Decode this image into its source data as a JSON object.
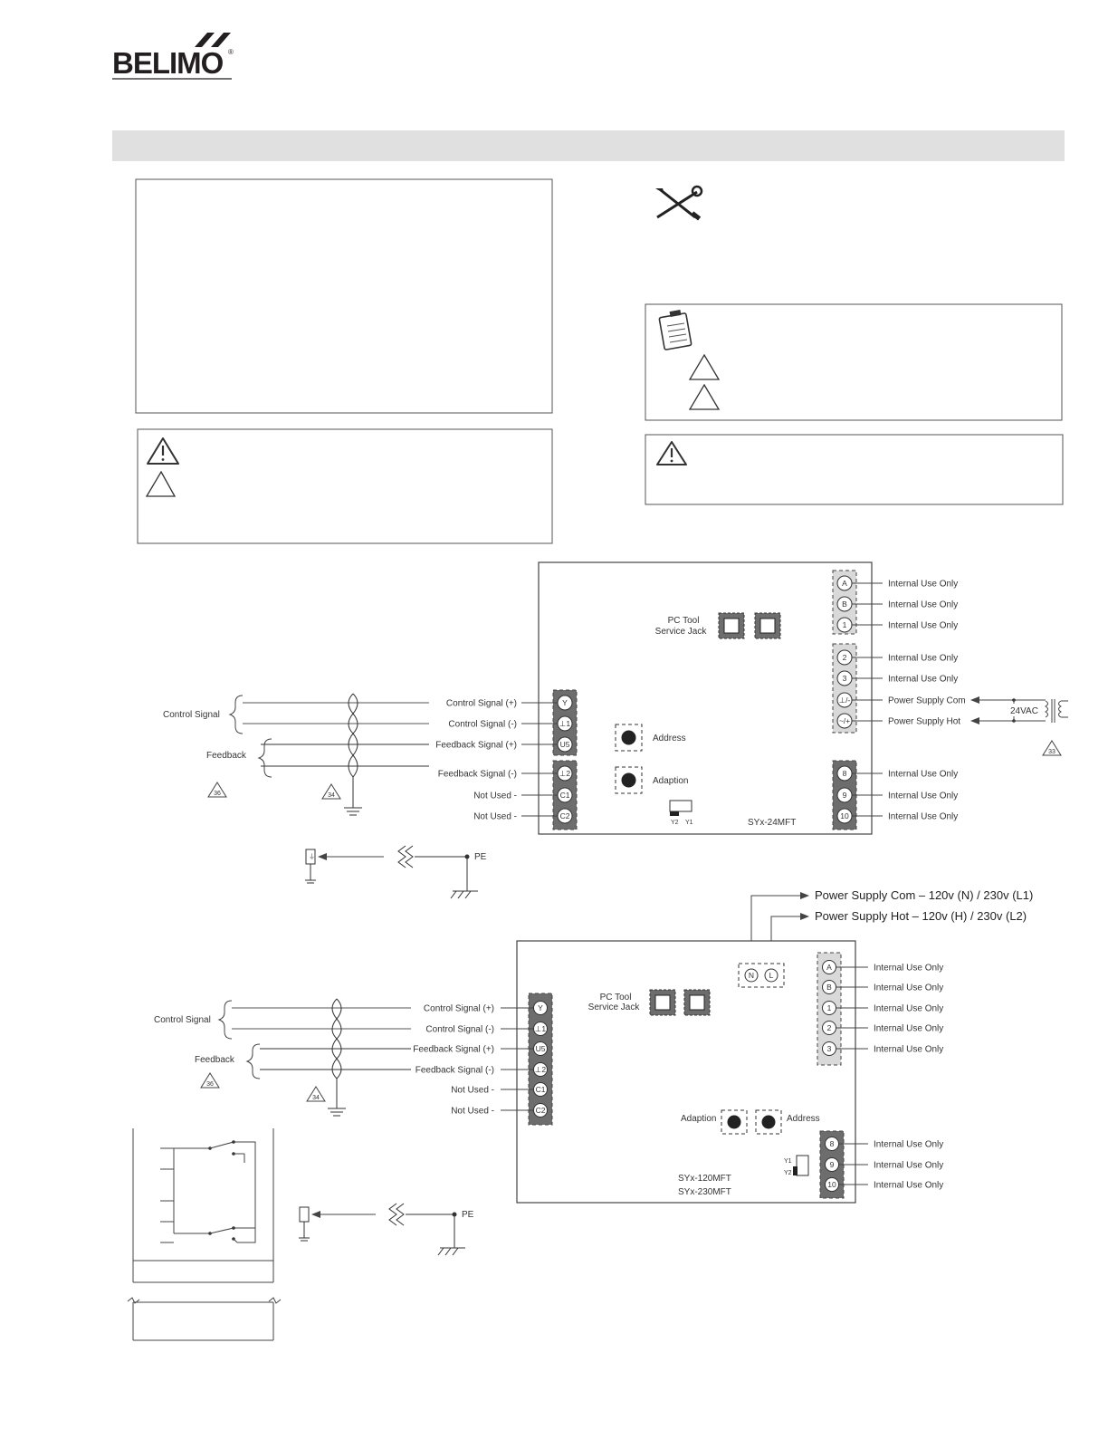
{
  "brand": {
    "logo_text": "BELIMO",
    "reg_mark": "®"
  },
  "header_band": {
    "color": "#e0e0e0"
  },
  "colors": {
    "line": "#333333",
    "terminal_dark": "#6d6d6d",
    "terminal_light": "#d9d9d9",
    "band": "#e0e0e0"
  },
  "icons": {
    "tools": "wrench-screwdriver-icon",
    "notes": "clipboard-icon",
    "warning": "warning-exclamation-icon",
    "note_triangle": "triangle-icon"
  },
  "diagram_24v": {
    "model": "SYx-24MFT",
    "pc_tool": [
      "PC Tool",
      "Service Jack"
    ],
    "address_label": "Address",
    "adaption_label": "Adaption",
    "switch_labels": {
      "y2": "Y2",
      "y1": "Y1"
    },
    "right_terminals": [
      {
        "code": "A",
        "label": "Internal Use Only"
      },
      {
        "code": "B",
        "label": "Internal Use Only"
      },
      {
        "code": "1",
        "label": "Internal Use Only"
      },
      {
        "code": "2",
        "label": "Internal Use Only"
      },
      {
        "code": "3",
        "label": "Internal Use Only"
      },
      {
        "code": "⊥/-",
        "label": "Power Supply Com"
      },
      {
        "code": "~/+",
        "label": "Power Supply Hot"
      },
      {
        "code": "8",
        "label": "Internal Use Only"
      },
      {
        "code": "9",
        "label": "Internal Use Only"
      },
      {
        "code": "10",
        "label": "Internal Use Only"
      }
    ],
    "left_terminals": [
      {
        "code": "Y",
        "label": "Control Signal (+)"
      },
      {
        "code": "⊥1",
        "label": "Control Signal (-)"
      },
      {
        "code": "U5",
        "label": "Feedback Signal (+)"
      },
      {
        "code": "⊥2",
        "label": "Feedback Signal (-)"
      },
      {
        "code": "C1",
        "label": "Not Used  -"
      },
      {
        "code": "C2",
        "label": "Not Used  -"
      }
    ],
    "transformer_label": "24VAC",
    "group_control": "Control Signal",
    "group_feedback": "Feedback",
    "note_refs": {
      "n33": "33",
      "n34": "34",
      "n36": "36"
    },
    "pe_label": "PE"
  },
  "diagram_120v": {
    "model_lines": [
      "SYx-120MFT",
      "SYx-230MFT"
    ],
    "supply_com": "Power Supply Com – 120v (N) / 230v (L1)",
    "supply_hot": "Power Supply Hot – 120v (H) / 230v (L2)",
    "nl_terminals": [
      "N",
      "L"
    ],
    "pc_tool": [
      "PC Tool",
      "Service Jack"
    ],
    "adaption_label": "Adaption",
    "address_label": "Address",
    "switch_labels": {
      "y1": "Y1",
      "y2": "Y2"
    },
    "right_terminals_top": [
      {
        "code": "A",
        "label": "Internal Use Only"
      },
      {
        "code": "B",
        "label": "Internal Use Only"
      },
      {
        "code": "1",
        "label": "Internal Use Only"
      },
      {
        "code": "2",
        "label": "Internal Use Only"
      },
      {
        "code": "3",
        "label": "Internal Use Only"
      }
    ],
    "right_terminals_bottom": [
      {
        "code": "8",
        "label": "Internal Use Only"
      },
      {
        "code": "9",
        "label": "Internal Use Only"
      },
      {
        "code": "10",
        "label": "Internal Use Only"
      }
    ],
    "left_terminals": [
      {
        "code": "Y",
        "label": "Control Signal (+)"
      },
      {
        "code": "⊥1",
        "label": "Control Signal (-)"
      },
      {
        "code": "U5",
        "label": "Feedback Signal (+)"
      },
      {
        "code": "⊥2",
        "label": "Feedback Signal (-)"
      },
      {
        "code": "C1",
        "label": "Not Used  -"
      },
      {
        "code": "C2",
        "label": "Not Used  -"
      }
    ],
    "group_control": "Control Signal",
    "group_feedback": "Feedback",
    "note_refs": {
      "n34": "34",
      "n36": "36"
    },
    "pe_label": "PE"
  }
}
